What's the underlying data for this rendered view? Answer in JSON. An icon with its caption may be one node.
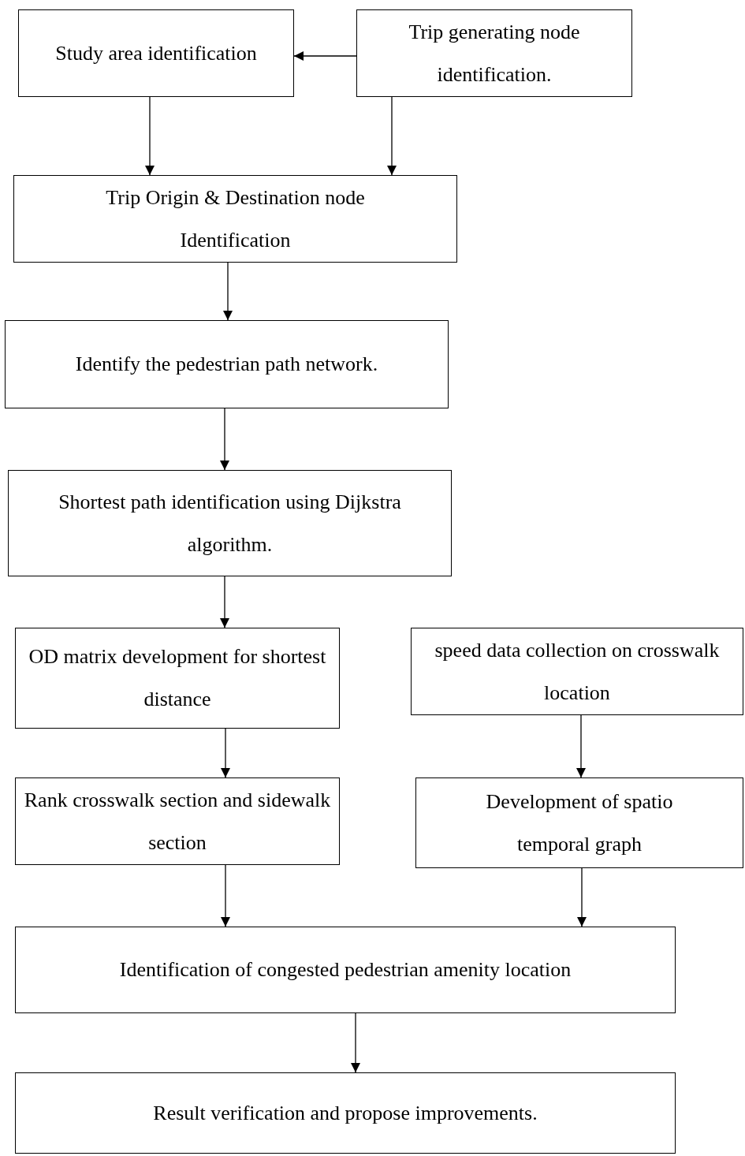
{
  "diagram": {
    "nodes": [
      {
        "text": [
          "Study area identification"
        ]
      },
      {
        "text": [
          "Trip generating node identification."
        ]
      },
      {
        "text": [
          "Trip Origin & Destination node Identification"
        ]
      },
      {
        "text": [
          "Identify the pedestrian path network."
        ]
      },
      {
        "text": [
          "Shortest path identification using Dijkstra algorithm."
        ]
      },
      {
        "text": [
          "OD matrix development for shortest distance"
        ]
      },
      {
        "text": [
          "speed data collection on crosswalk location"
        ]
      },
      {
        "text": [
          "Rank crosswalk section and sidewalk section"
        ]
      },
      {
        "text": [
          "Development of spatio temporal graph"
        ]
      },
      {
        "text": [
          "Identification of congested pedestrian amenity location"
        ]
      },
      {
        "text": [
          "Result verification and propose improvements."
        ]
      }
    ],
    "edges": [
      {
        "from": 1,
        "to": 0,
        "arrow": "to"
      },
      {
        "from": 0,
        "to": 2,
        "arrow": "to"
      },
      {
        "from": 1,
        "to": 2,
        "arrow": "to"
      },
      {
        "from": 2,
        "to": 3,
        "arrow": "to"
      },
      {
        "from": 3,
        "to": 4,
        "arrow": "to"
      },
      {
        "from": 4,
        "to": 5,
        "arrow": "to"
      },
      {
        "from": 6,
        "to": 8,
        "arrow": "to"
      },
      {
        "from": 5,
        "to": 7,
        "arrow": "to"
      },
      {
        "from": 7,
        "to": 9,
        "arrow": "to"
      },
      {
        "from": 8,
        "to": 9,
        "arrow": "to"
      },
      {
        "from": 9,
        "to": 10,
        "arrow": "to"
      }
    ]
  }
}
